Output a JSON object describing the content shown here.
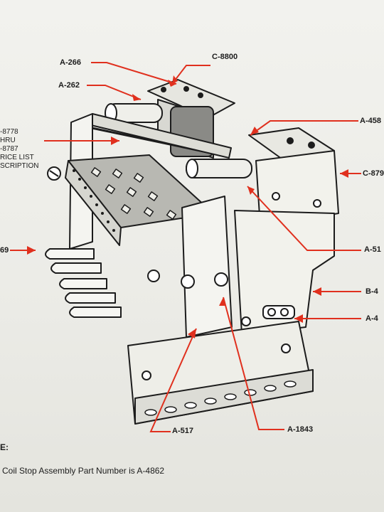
{
  "callouts": {
    "a266": "A-266",
    "c8800": "C-8800",
    "a262": "A-262",
    "a458": "A-458",
    "c879": "C-879",
    "a51": "A-51",
    "b4": "B-4",
    "a4": "A-4",
    "left69": "69",
    "a517": "A-517",
    "a1843": "A-1843"
  },
  "side_note": {
    "line1": "-8778",
    "line2": "HRU",
    "line3": "-8787",
    "line4": "RICE LIST",
    "line5": "SCRIPTION"
  },
  "note": {
    "heading": "E:",
    "text": "Coil Stop Assembly Part Number is A-4862"
  },
  "colors": {
    "leader": "#e0301e",
    "ink": "#1c1c1c",
    "paper": "#f2f2ee"
  }
}
